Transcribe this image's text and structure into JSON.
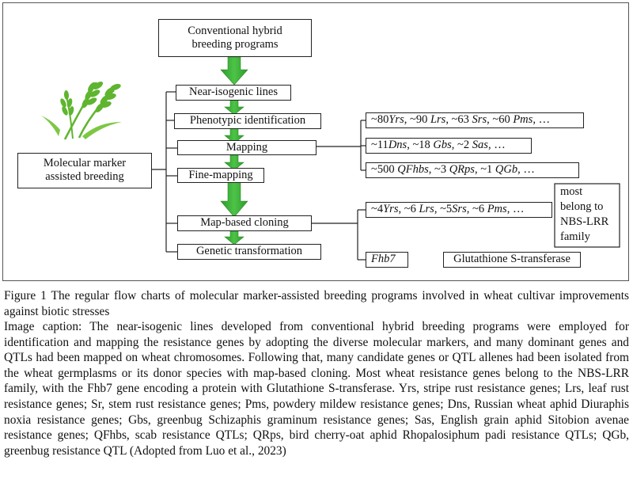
{
  "flowchart": {
    "conventional": [
      "Conventional hybrid",
      "breeding programs"
    ],
    "mmab": [
      "Molecular marker",
      "assisted breeding"
    ],
    "steps": {
      "nil": "Near-isogenic lines",
      "phenotypic": "Phenotypic identification",
      "mapping": "Mapping",
      "fine_mapping": "Fine-mapping",
      "cloning": "Map-based cloning",
      "transformation": "Genetic transformation"
    },
    "mapped": {
      "row1": [
        {
          "t": "~80",
          "i": false
        },
        {
          "t": "Yrs",
          "i": true
        },
        {
          "t": ", ~90 ",
          "i": false
        },
        {
          "t": "Lrs",
          "i": true
        },
        {
          "t": ", ~63 ",
          "i": false
        },
        {
          "t": "Srs",
          "i": true
        },
        {
          "t": ", ~60 ",
          "i": false
        },
        {
          "t": "Pms",
          "i": true
        },
        {
          "t": ", …",
          "i": false
        }
      ],
      "row2": [
        {
          "t": "~11",
          "i": false
        },
        {
          "t": "Dns",
          "i": true
        },
        {
          "t": ", ~18 ",
          "i": false
        },
        {
          "t": "Gbs",
          "i": true
        },
        {
          "t": ", ~2 ",
          "i": false
        },
        {
          "t": "Sas",
          "i": true
        },
        {
          "t": ", …",
          "i": false
        }
      ],
      "row3": [
        {
          "t": "~500 ",
          "i": false
        },
        {
          "t": "QFhbs",
          "i": true
        },
        {
          "t": ", ~3 ",
          "i": false
        },
        {
          "t": "QRps",
          "i": true
        },
        {
          "t": ", ~1 ",
          "i": false
        },
        {
          "t": "QGb",
          "i": true
        },
        {
          "t": ", …",
          "i": false
        }
      ]
    },
    "cloned": {
      "row1": [
        {
          "t": "~4",
          "i": false
        },
        {
          "t": "Yrs",
          "i": true
        },
        {
          "t": ", ~6 ",
          "i": false
        },
        {
          "t": "Lrs",
          "i": true
        },
        {
          "t": ", ~5",
          "i": false
        },
        {
          "t": "Srs",
          "i": true
        },
        {
          "t": ", ~6 ",
          "i": false
        },
        {
          "t": "Pms",
          "i": true
        },
        {
          "t": ", …",
          "i": false
        }
      ],
      "fhb7": "Fhb7",
      "gst": "Glutathione S-transferase",
      "nbs": [
        "most",
        "belong to",
        "NBS-LRR",
        "family"
      ]
    },
    "colors": {
      "arrow_green": "#3db13a",
      "line": "#222222",
      "wheat_green": "#5fb52f"
    }
  },
  "caption": {
    "title": "Figure 1 The regular flow charts of molecular marker-assisted breeding programs involved in wheat cultivar improvements against biotic stresses",
    "text": "Image caption: The near-isogenic lines developed from conventional hybrid breeding programs were employed for identification and mapping the resistance genes by adopting the diverse molecular markers, and many dominant genes and QTLs had been mapped on wheat chromosomes. Following that, many candidate genes or QTL allenes had been isolated from the wheat germplasms or its donor species with map-based cloning. Most wheat resistance genes belong to the NBS-LRR family, with the Fhb7 gene encoding a protein with Glutathione S-transferase. Yrs, stripe rust resistance genes; Lrs, leaf rust resistance genes; Sr, stem rust resistance genes; Pms, powdery mildew resistance genes; Dns, Russian wheat aphid Diuraphis noxia resistance genes; Gbs, greenbug Schizaphis graminum resistance genes; Sas, English grain aphid Sitobion avenae resistance genes; QFhbs, scab resistance QTLs; QRps, bird cherry-oat aphid Rhopalosiphum padi resistance QTLs; QGb, greenbug resistance QTL (Adopted from Luo et al., 2023)"
  }
}
